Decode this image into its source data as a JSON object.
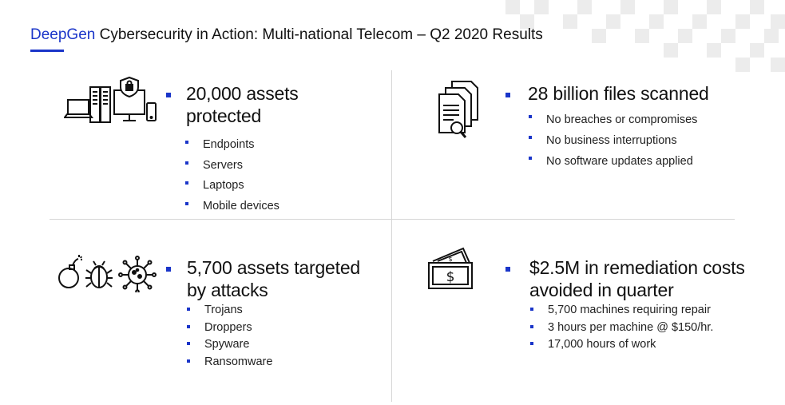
{
  "header": {
    "brand": "DeepGen",
    "title_rest": " Cybersecurity in Action: Multi-national Telecom – Q2 2020 Results"
  },
  "colors": {
    "accent": "#1a35c9",
    "divider": "#d6d6d6"
  },
  "quadrants": {
    "assets": {
      "icon": "devices-lock-icon",
      "heading_line1": "20,000 assets",
      "heading_line2": "protected",
      "items": [
        "Endpoints",
        "Servers",
        "Laptops",
        "Mobile devices"
      ]
    },
    "files": {
      "icon": "documents-magnifier-icon",
      "heading_line1": "28 billion files scanned",
      "items": [
        "No breaches or compromises",
        "No business interruptions",
        "No software updates applied"
      ]
    },
    "attacks": {
      "icon": "bomb-bug-virus-icon",
      "heading_line1": "5,700 assets targeted",
      "heading_line2": "by attacks",
      "items": [
        "Trojans",
        "Droppers",
        "Spyware",
        "Ransomware"
      ]
    },
    "costs": {
      "icon": "money-bill-icon",
      "heading_line1": "$2.5M in remediation costs",
      "heading_line2": "avoided in quarter",
      "items": [
        "5,700 machines requiring repair",
        "3 hours per machine @ $150/hr.",
        "17,000 hours of work"
      ]
    }
  }
}
